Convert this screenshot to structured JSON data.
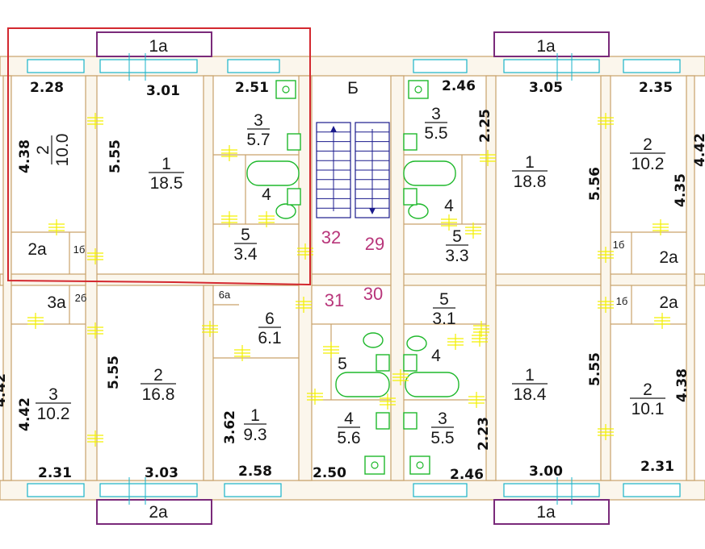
{
  "colors": {
    "walls": "#c9a26a",
    "windows": "#19b3c9",
    "balconies": "#7a2a7a",
    "doors": "#f3f000",
    "stairs": "#1a1a8c",
    "fixtures": "#1fb82c",
    "selection": "#d3282f",
    "apartment_numbers": "#b8357a"
  },
  "stair_label": "Б",
  "apartments": [
    {
      "id": "32",
      "label": "32"
    },
    {
      "id": "29",
      "label": "29"
    },
    {
      "id": "31",
      "label": "31"
    },
    {
      "id": "30",
      "label": "30"
    }
  ],
  "balconies": [
    {
      "id": "b-top-left",
      "label": "1а"
    },
    {
      "id": "b-top-right",
      "label": "1а"
    },
    {
      "id": "b-bottom-left",
      "label": "2а"
    },
    {
      "id": "b-bottom-right",
      "label": "1а"
    }
  ],
  "rooms": [
    {
      "id": "r32-2",
      "num": "2",
      "area": "10.0",
      "rotate": true
    },
    {
      "id": "r32-1",
      "num": "1",
      "area": "18.5",
      "rotate": false
    },
    {
      "id": "r32-3",
      "num": "3",
      "area": "5.7",
      "rotate": false
    },
    {
      "id": "r32-4",
      "num": "4",
      "area": "",
      "rotate": false
    },
    {
      "id": "r32-5",
      "num": "5",
      "area": "3.4",
      "rotate": false
    },
    {
      "id": "r29-3",
      "num": "3",
      "area": "5.5",
      "rotate": false
    },
    {
      "id": "r29-4",
      "num": "4",
      "area": "",
      "rotate": false
    },
    {
      "id": "r29-5",
      "num": "5",
      "area": "3.3",
      "rotate": false
    },
    {
      "id": "r29-1",
      "num": "1",
      "area": "18.8",
      "rotate": false
    },
    {
      "id": "r29-2",
      "num": "2",
      "area": "10.2",
      "rotate": false
    },
    {
      "id": "r31-3",
      "num": "3",
      "area": "10.2",
      "rotate": false
    },
    {
      "id": "r31-2",
      "num": "2",
      "area": "16.8",
      "rotate": false
    },
    {
      "id": "r31-6",
      "num": "6",
      "area": "6.1",
      "rotate": false
    },
    {
      "id": "r31-1",
      "num": "1",
      "area": "9.3",
      "rotate": false
    },
    {
      "id": "r31-5",
      "num": "5",
      "area": "",
      "rotate": false
    },
    {
      "id": "r31-4",
      "num": "4",
      "area": "5.6",
      "rotate": false
    },
    {
      "id": "r30-5",
      "num": "5",
      "area": "3.1",
      "rotate": false
    },
    {
      "id": "r30-4",
      "num": "4",
      "area": "",
      "rotate": false
    },
    {
      "id": "r30-3",
      "num": "3",
      "area": "5.5",
      "rotate": false
    },
    {
      "id": "r30-1",
      "num": "1",
      "area": "18.4",
      "rotate": false
    },
    {
      "id": "r30-2",
      "num": "2",
      "area": "10.1",
      "rotate": false
    }
  ],
  "small_labels": [
    {
      "id": "s-2a-a",
      "text": "2а"
    },
    {
      "id": "s-1b-a",
      "text": "1б"
    },
    {
      "id": "s-1b-b",
      "text": "1б"
    },
    {
      "id": "s-2a-b",
      "text": "2а"
    },
    {
      "id": "s-3a",
      "text": "3а"
    },
    {
      "id": "s-2b",
      "text": "2б"
    },
    {
      "id": "s-6a",
      "text": "6а"
    },
    {
      "id": "s-1b-c",
      "text": "1б"
    },
    {
      "id": "s-2a-c",
      "text": "2а"
    }
  ],
  "dimensions": [
    {
      "id": "d01",
      "text": "2.28"
    },
    {
      "id": "d02",
      "text": "3.01"
    },
    {
      "id": "d03",
      "text": "2.51"
    },
    {
      "id": "d04",
      "text": "2.46"
    },
    {
      "id": "d05",
      "text": "3.05"
    },
    {
      "id": "d06",
      "text": "2.35"
    },
    {
      "id": "d07",
      "text": "4.38"
    },
    {
      "id": "d08",
      "text": "5.55"
    },
    {
      "id": "d09",
      "text": "2.25"
    },
    {
      "id": "d10",
      "text": "5.56"
    },
    {
      "id": "d11",
      "text": "4.35"
    },
    {
      "id": "d12",
      "text": "4.42"
    },
    {
      "id": "d13",
      "text": "5.55"
    },
    {
      "id": "d14",
      "text": "3.62"
    },
    {
      "id": "d15",
      "text": "2.23"
    },
    {
      "id": "d16",
      "text": "5.55"
    },
    {
      "id": "d17",
      "text": "4.38"
    },
    {
      "id": "d18",
      "text": "2.31"
    },
    {
      "id": "d19",
      "text": "3.03"
    },
    {
      "id": "d20",
      "text": "2.58"
    },
    {
      "id": "d21",
      "text": "2.50"
    },
    {
      "id": "d22",
      "text": "2.46"
    },
    {
      "id": "d23",
      "text": "3.00"
    },
    {
      "id": "d24",
      "text": "2.31"
    },
    {
      "id": "d25",
      "text": "4.42"
    },
    {
      "id": "d26",
      "text": "4.42"
    }
  ]
}
